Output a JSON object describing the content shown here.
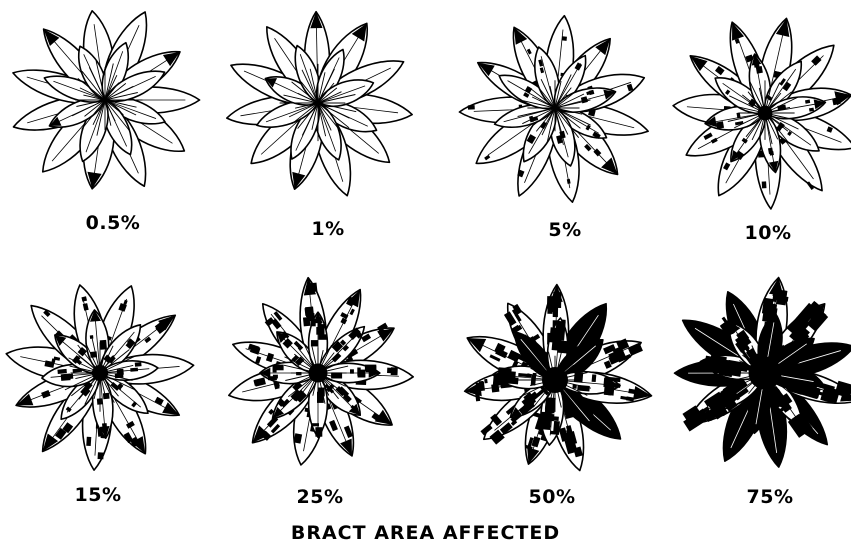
{
  "caption": "BRACT AREA AFFECTED",
  "bracts": [
    {
      "label": "0.5%",
      "affected_fraction": 0.005
    },
    {
      "label": "1%",
      "affected_fraction": 0.01
    },
    {
      "label": "5%",
      "affected_fraction": 0.05
    },
    {
      "label": "10%",
      "affected_fraction": 0.1
    },
    {
      "label": "15%",
      "affected_fraction": 0.15
    },
    {
      "label": "25%",
      "affected_fraction": 0.25
    },
    {
      "label": "50%",
      "affected_fraction": 0.5
    },
    {
      "label": "75%",
      "affected_fraction": 0.75
    }
  ],
  "colors": {
    "outline": "#000000",
    "fill": "#ffffff",
    "lesion": "#000000"
  }
}
